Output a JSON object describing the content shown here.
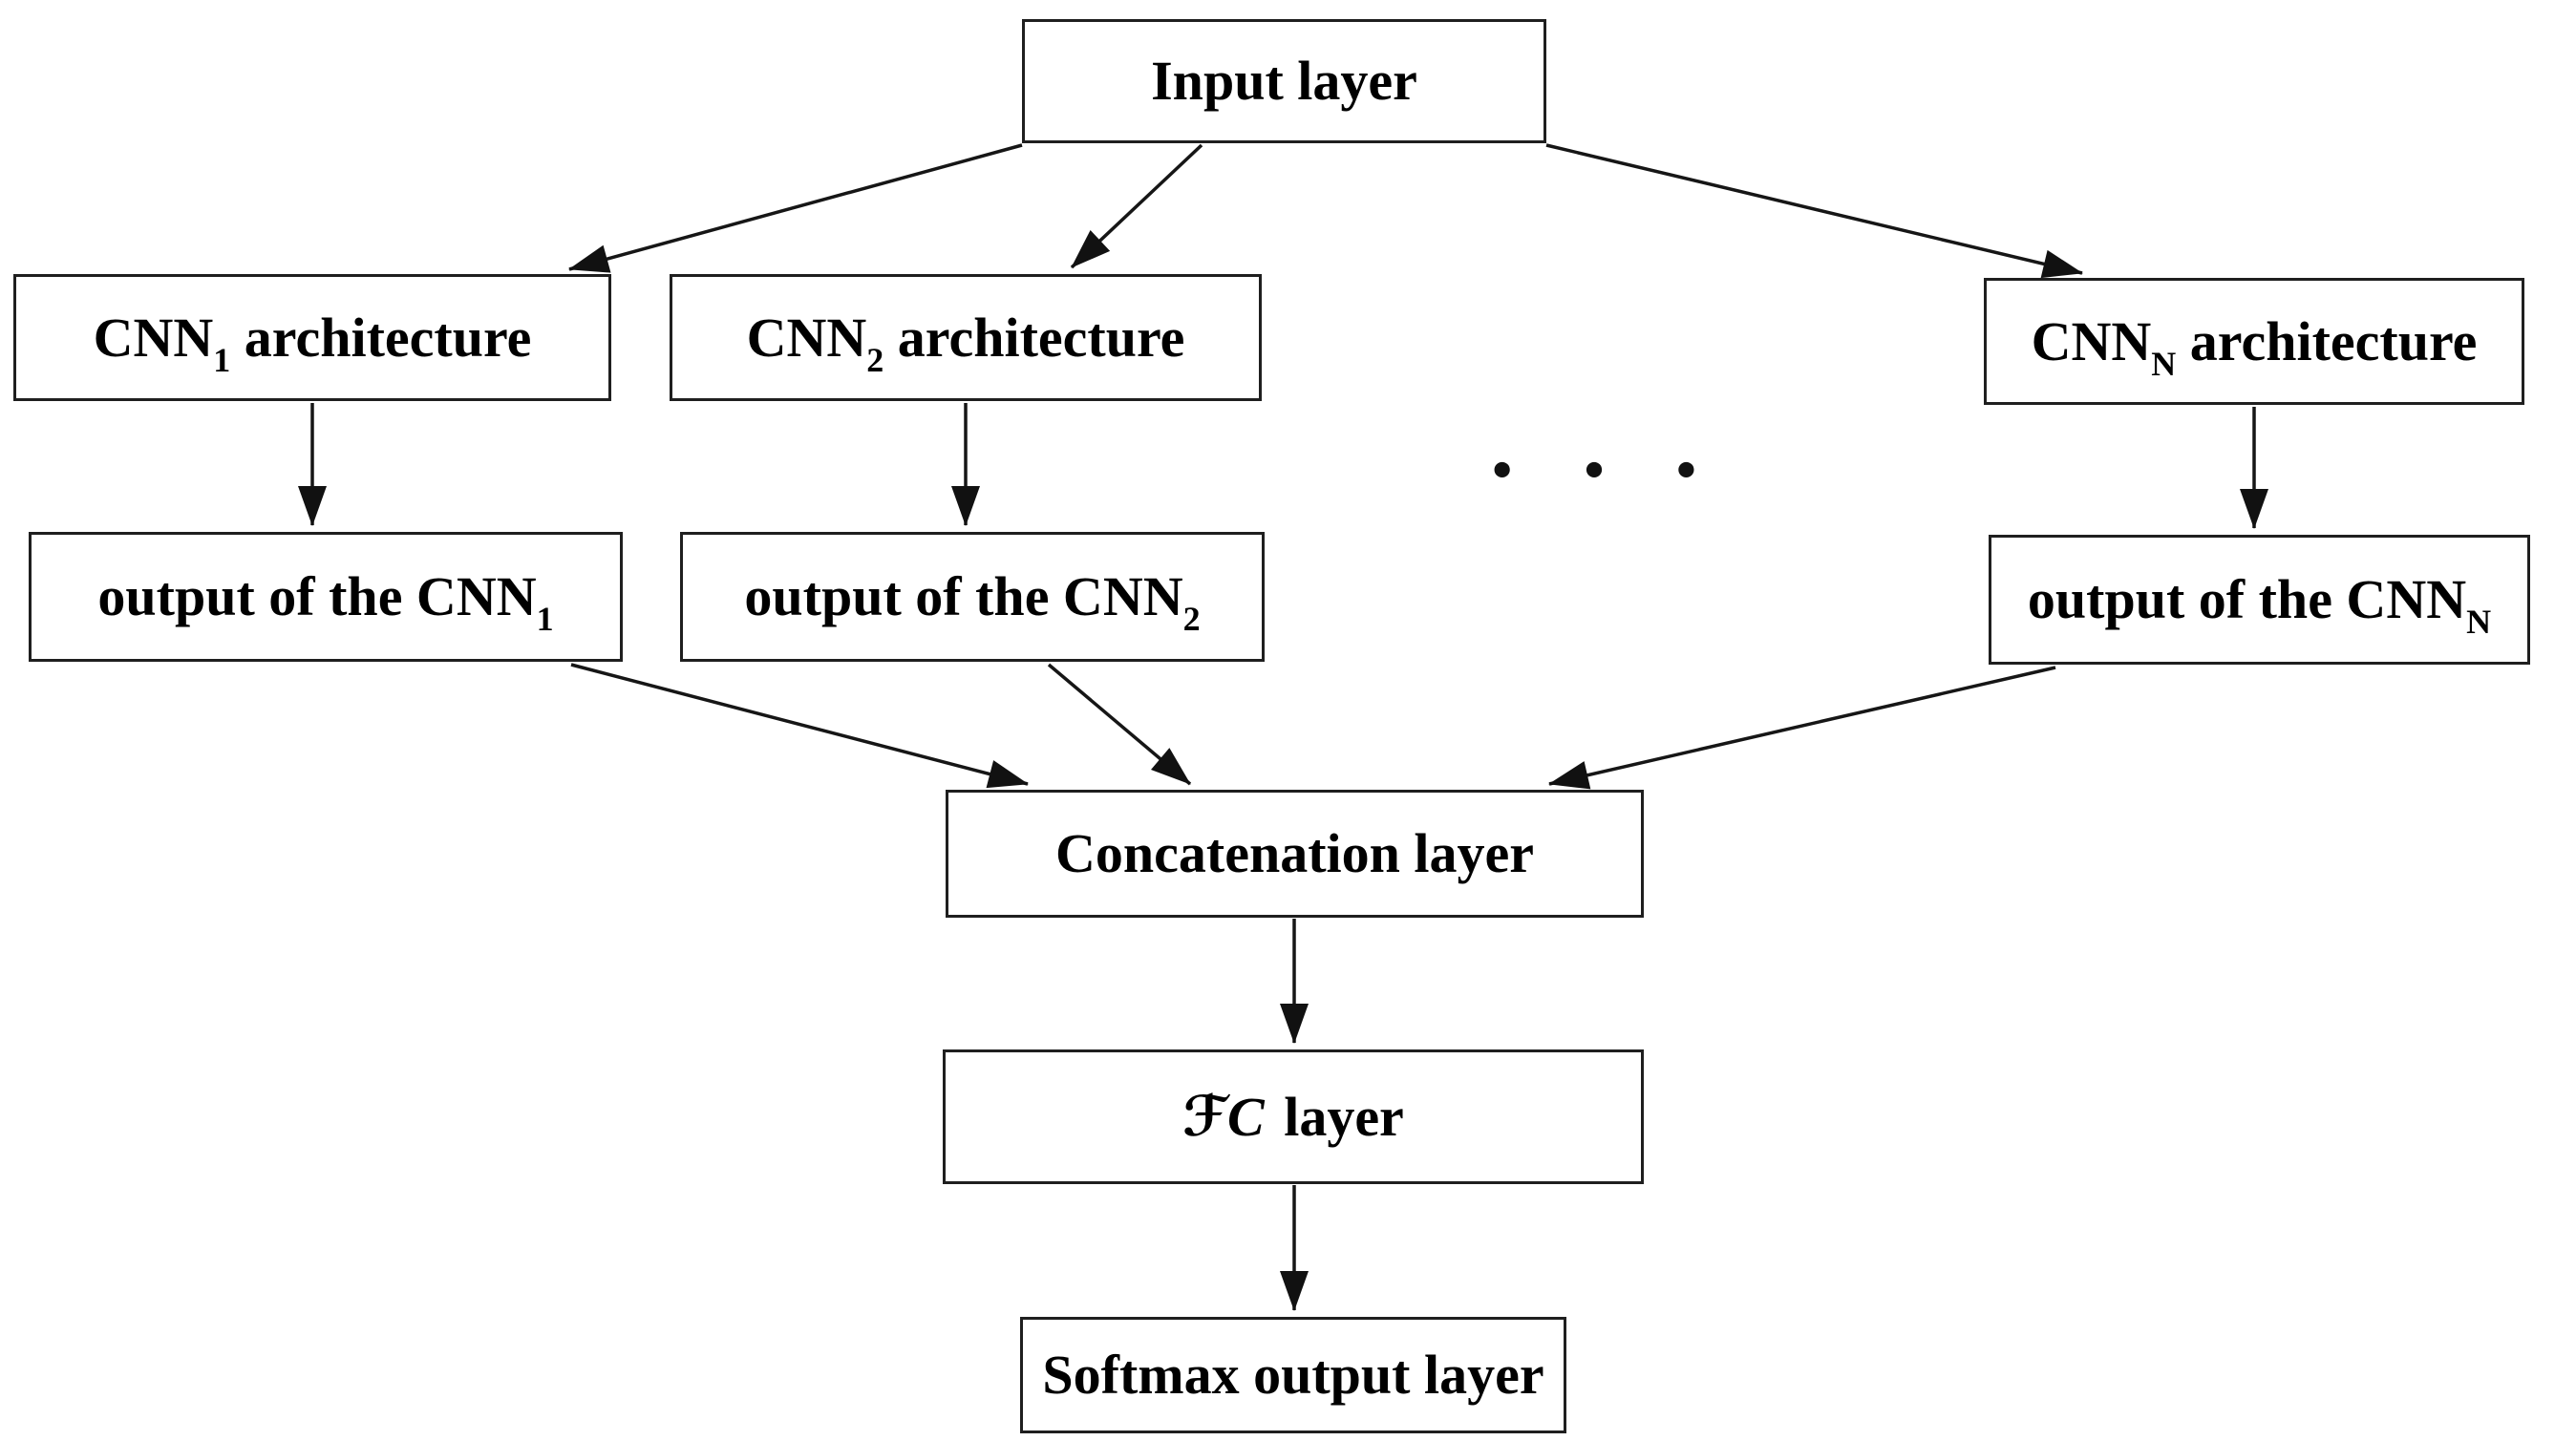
{
  "diagram": {
    "ellipsis": "· · ·",
    "colors": {
      "ink": "#111111",
      "box_border": "#1f1f1f",
      "background": "#ffffff"
    },
    "nodes": {
      "input": {
        "label": "Input layer"
      },
      "cnn1": {
        "prefix": "CNN",
        "sub": "1",
        "suffix": " architecture"
      },
      "cnn2": {
        "prefix": "CNN",
        "sub": "2",
        "suffix": " architecture"
      },
      "cnnN": {
        "prefix": "CNN",
        "sub": "N",
        "suffix": " architecture"
      },
      "out1": {
        "prefix": "output of the CNN",
        "sub": "1",
        "suffix": ""
      },
      "out2": {
        "prefix": "output of the CNN",
        "sub": "2",
        "suffix": ""
      },
      "outN": {
        "prefix": "output of the CNN",
        "sub": "N",
        "suffix": ""
      },
      "concat": {
        "label": "Concatenation layer"
      },
      "fc": {
        "fancy": "ℱC",
        "rest": " layer"
      },
      "softmax": {
        "label": "Softmax output layer"
      }
    },
    "edges": [
      {
        "from": "input",
        "to": "cnn1"
      },
      {
        "from": "input",
        "to": "cnn2"
      },
      {
        "from": "input",
        "to": "cnnN"
      },
      {
        "from": "cnn1",
        "to": "out1"
      },
      {
        "from": "cnn2",
        "to": "out2"
      },
      {
        "from": "cnnN",
        "to": "outN"
      },
      {
        "from": "out1",
        "to": "concat"
      },
      {
        "from": "out2",
        "to": "concat"
      },
      {
        "from": "outN",
        "to": "concat"
      },
      {
        "from": "concat",
        "to": "fc"
      },
      {
        "from": "fc",
        "to": "softmax"
      }
    ]
  }
}
